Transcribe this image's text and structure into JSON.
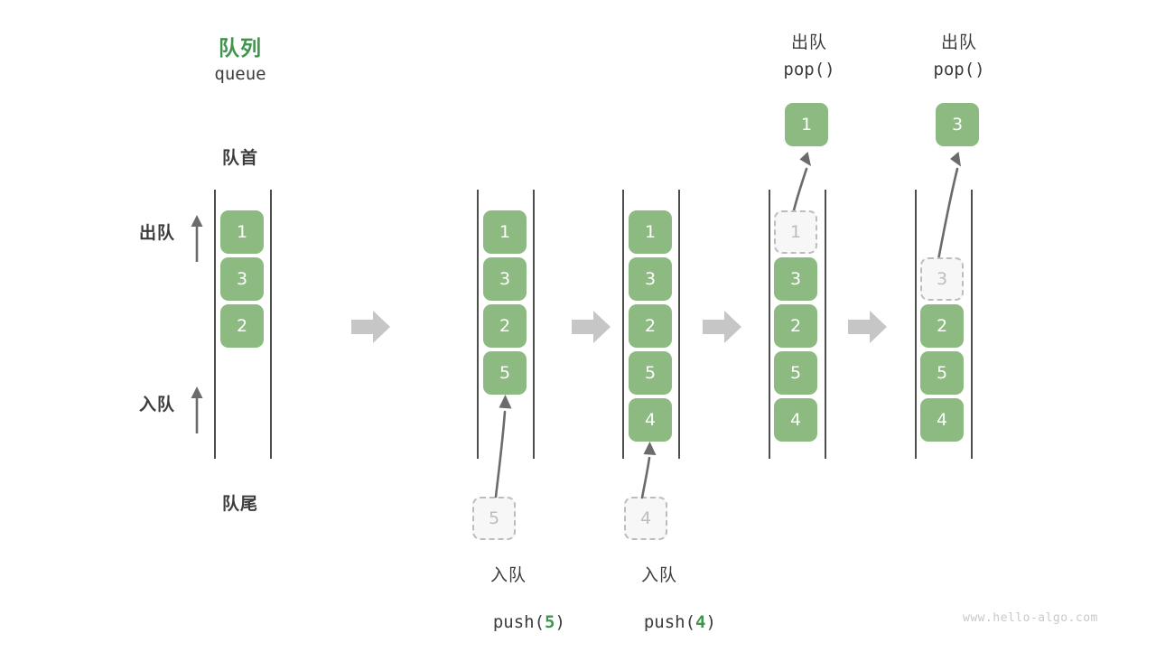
{
  "figure": {
    "title_cn": "队列",
    "title_en": "queue",
    "front_label": "队首",
    "rear_label": "队尾",
    "watermark": "www.hello-algo.com",
    "accent_green": "#41944e",
    "cell_green": "#8cba80",
    "ghost_gray": "#bdbdbd",
    "connector_gray": "#c6c6c6",
    "arrow_gray": "#6b6b6b"
  },
  "side_arrows": [
    {
      "label": "出队",
      "direction": "up",
      "icon": "arrow-up-icon"
    },
    {
      "label": "入队",
      "direction": "up",
      "icon": "arrow-up-icon"
    }
  ],
  "stages": [
    {
      "id": "initial",
      "cells": [
        "1",
        "3",
        "2"
      ],
      "ghost_in_queue": null,
      "ghost_outside": null,
      "popped": null,
      "op_cn": null,
      "op_code_prefix": null,
      "op_code_arg": null,
      "op_code_suffix": null
    },
    {
      "id": "push-5",
      "cells": [
        "1",
        "3",
        "2",
        "5"
      ],
      "ghost_in_queue": null,
      "ghost_outside": "5",
      "popped": null,
      "op_cn": "入队",
      "op_code_prefix": "push(",
      "op_code_arg": "5",
      "op_code_suffix": ")"
    },
    {
      "id": "push-4",
      "cells": [
        "1",
        "3",
        "2",
        "5",
        "4"
      ],
      "ghost_in_queue": null,
      "ghost_outside": "4",
      "popped": null,
      "op_cn": "入队",
      "op_code_prefix": "push(",
      "op_code_arg": "4",
      "op_code_suffix": ")"
    },
    {
      "id": "pop-1",
      "cells": [
        "3",
        "2",
        "5",
        "4"
      ],
      "ghost_in_queue": "1",
      "ghost_outside": null,
      "popped": "1",
      "op_cn": "出队",
      "op_code_prefix": "pop()",
      "op_code_arg": null,
      "op_code_suffix": null
    },
    {
      "id": "pop-3",
      "cells": [
        "2",
        "5",
        "4"
      ],
      "ghost_in_queue": "3",
      "ghost_outside": null,
      "popped": "3",
      "op_cn": "出队",
      "op_code_prefix": "pop()",
      "op_code_arg": null,
      "op_code_suffix": null
    }
  ],
  "connectors": [
    {
      "name": "connector-arrow-1"
    },
    {
      "name": "connector-arrow-2"
    },
    {
      "name": "connector-arrow-3"
    },
    {
      "name": "connector-arrow-4"
    }
  ]
}
